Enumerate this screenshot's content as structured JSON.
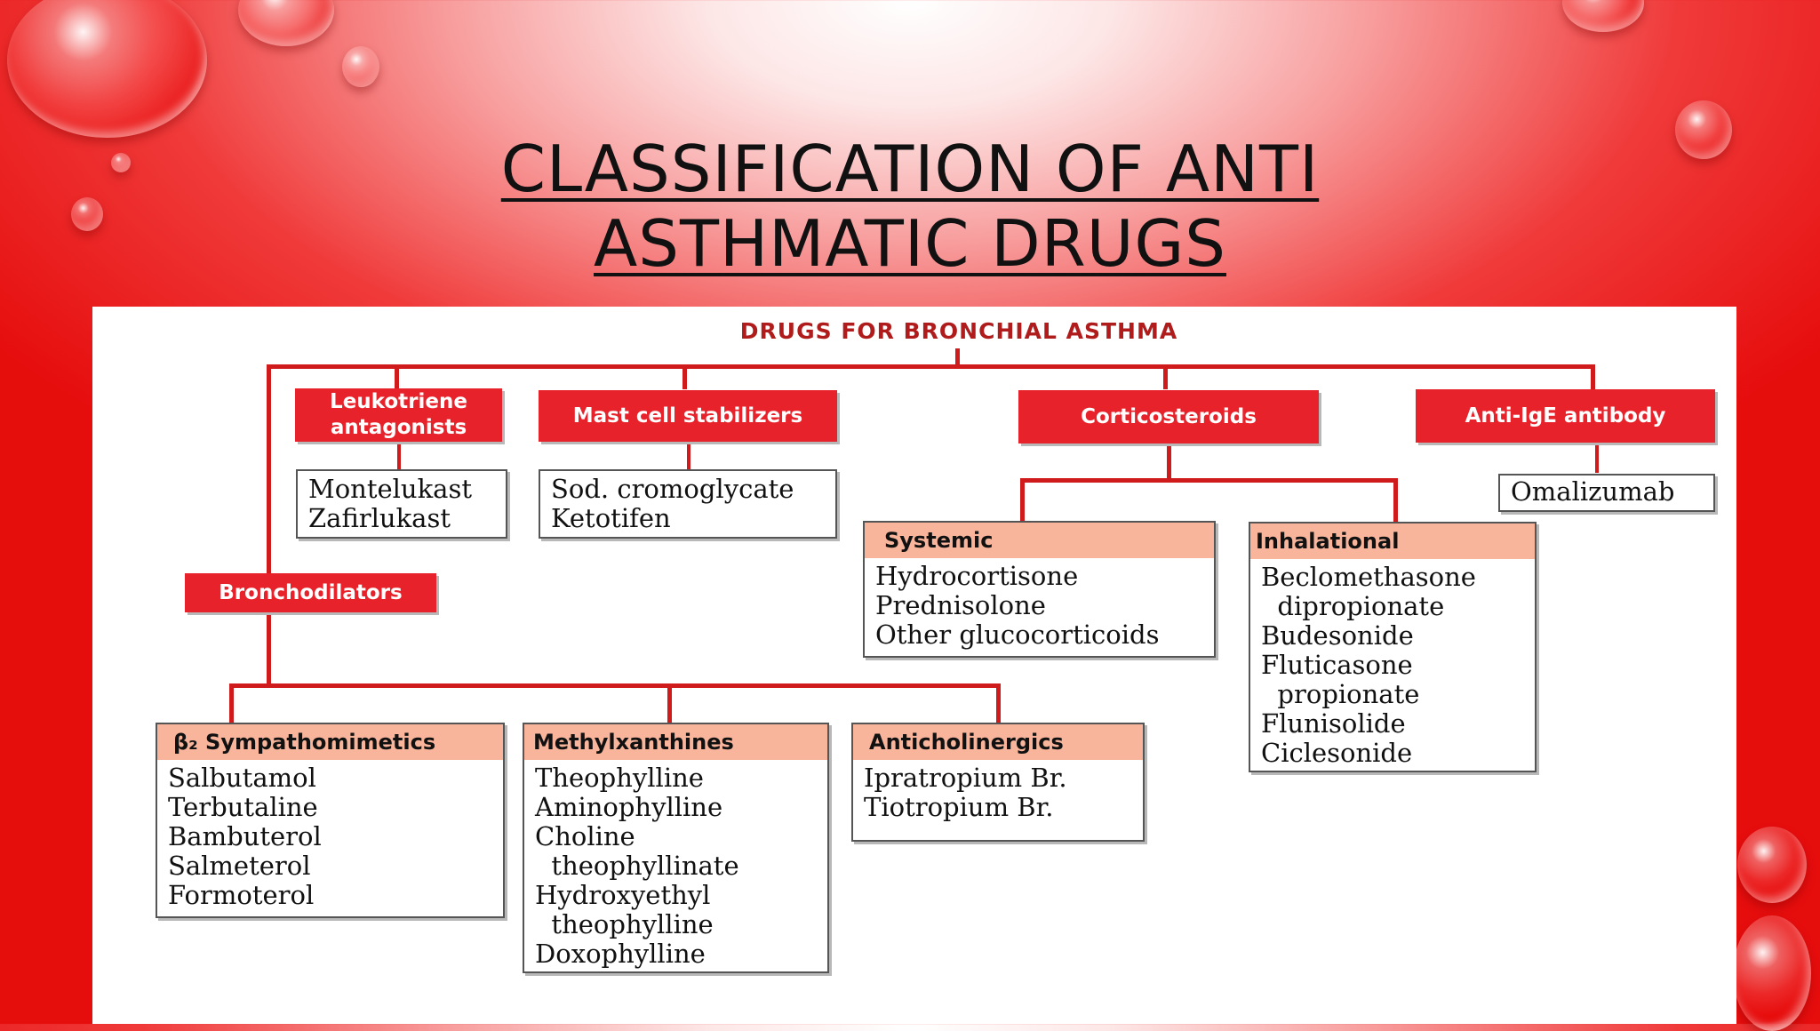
{
  "slide": {
    "title_line1": "CLASSIFICATION OF ANTI",
    "title_line2": "ASTHMATIC DRUGS"
  },
  "diagram": {
    "root": "DRUGS FOR BRONCHIAL ASTHMA",
    "categories": {
      "leukotriene": {
        "label_line1": "Leukotriene",
        "label_line2": "antagonists",
        "drugs": [
          "Montelukast",
          "Zafirlukast"
        ]
      },
      "mast_cell": {
        "label": "Mast cell stabilizers",
        "drugs": [
          "Sod. cromoglycate",
          "Ketotifen"
        ]
      },
      "corticosteroids": {
        "label": "Corticosteroids",
        "systemic": {
          "label": "Systemic",
          "drugs": [
            "Hydrocortisone",
            "Prednisolone",
            "Other glucocorticoids"
          ]
        },
        "inhalational": {
          "label": "Inhalational",
          "drugs": [
            "Beclomethasone",
            "  dipropionate",
            "Budesonide",
            "Fluticasone",
            "  propionate",
            "Flunisolide",
            "Ciclesonide"
          ]
        }
      },
      "anti_ige": {
        "label": "Anti-IgE antibody",
        "drugs": [
          "Omalizumab"
        ]
      },
      "bronchodilators": {
        "label": "Bronchodilators",
        "sympathomimetics": {
          "label": "β₂ Sympathomimetics",
          "drugs": [
            "Salbutamol",
            "Terbutaline",
            "Bambuterol",
            "Salmeterol",
            "Formoterol"
          ]
        },
        "methylxanthines": {
          "label": "Methylxanthines",
          "drugs": [
            "Theophylline",
            "Aminophylline",
            "Choline",
            "  theophyllinate",
            "Hydroxyethyl",
            "  theophylline",
            "Doxophylline"
          ]
        },
        "anticholinergics": {
          "label": "Anticholinergics",
          "drugs": [
            "Ipratropium Br.",
            "Tiotropium Br."
          ]
        }
      }
    }
  },
  "colors": {
    "category_red": "#e8222a",
    "line_red": "#cf1b1b",
    "subheader_salmon": "#f8b59c",
    "title_text": "#111111"
  }
}
